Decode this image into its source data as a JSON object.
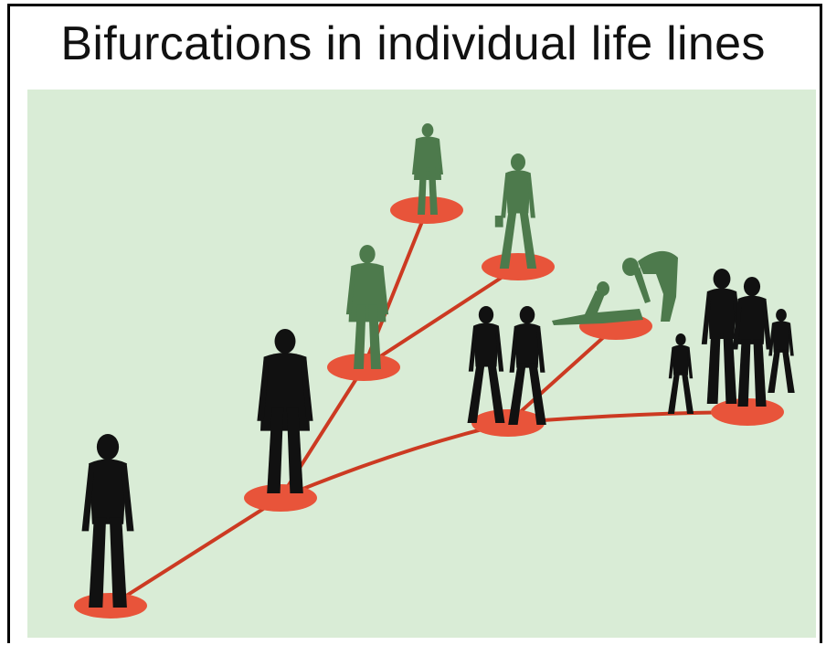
{
  "title": "Bifurcations in individual life lines",
  "colors": {
    "background": "#d9ecd6",
    "node": "#e8543a",
    "line": "#cc3a22",
    "present_figure": "#111111",
    "alternative_figure": "#4d7a4c"
  },
  "nodes": [
    {
      "id": "start",
      "figure": "standing-boy-silhouette",
      "style": "present"
    },
    {
      "id": "branch-1",
      "figure": "man-in-coat-silhouette",
      "style": "present"
    },
    {
      "id": "branch-2",
      "figure": "man-in-coat-silhouette",
      "style": "alternative"
    },
    {
      "id": "end-top",
      "figure": "man-walking-silhouette",
      "style": "alternative"
    },
    {
      "id": "end-briefcase",
      "figure": "man-with-briefcase-silhouette",
      "style": "alternative"
    },
    {
      "id": "couple",
      "figure": "couple-walking-silhouette",
      "style": "present"
    },
    {
      "id": "caregiver",
      "figure": "person-helping-fallen-silhouette",
      "style": "alternative"
    },
    {
      "id": "family",
      "figure": "family-with-children-silhouette",
      "style": "present"
    }
  ],
  "edges": [
    [
      "start",
      "branch-1"
    ],
    [
      "branch-1",
      "branch-2"
    ],
    [
      "branch-2",
      "end-top"
    ],
    [
      "branch-2",
      "end-briefcase"
    ],
    [
      "branch-1",
      "couple"
    ],
    [
      "couple",
      "caregiver"
    ],
    [
      "couple",
      "family"
    ]
  ]
}
